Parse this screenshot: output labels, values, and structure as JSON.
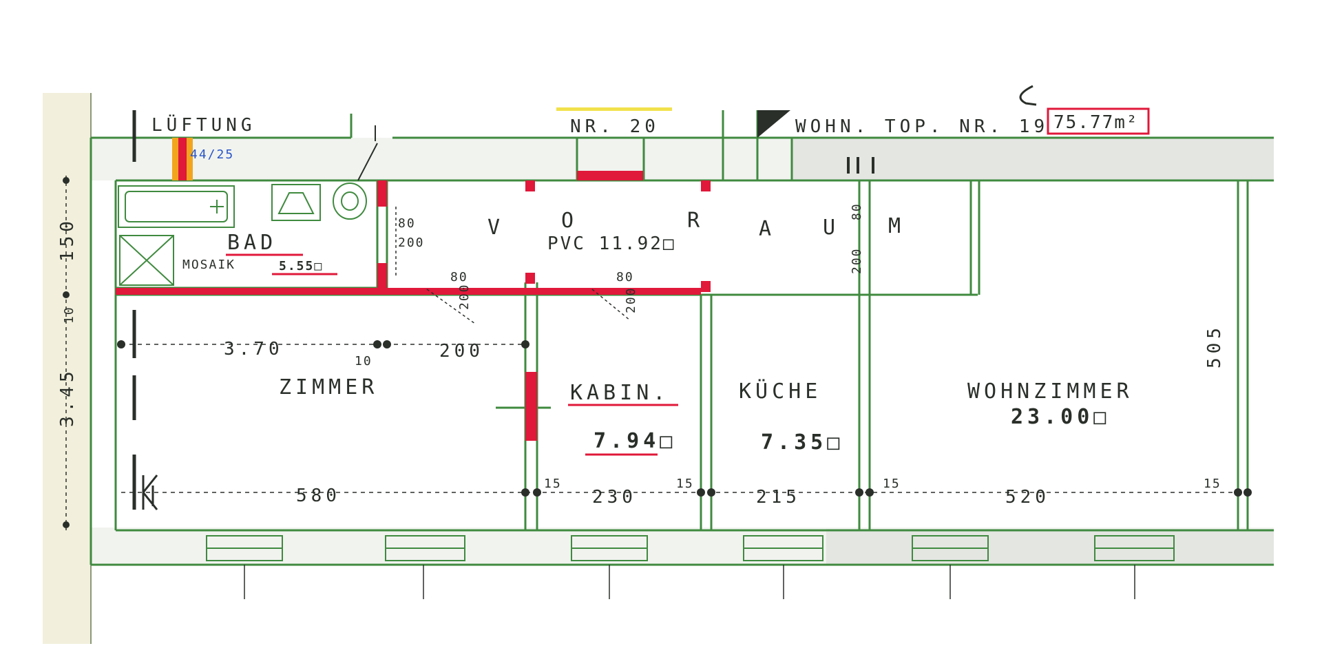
{
  "header": {
    "lueftung": "LÜFTUNG",
    "lueftung_note": "44/25",
    "neighbor": "NR. 20",
    "unit": "WOHN. TOP. NR. 19",
    "total_area": "75.77m²"
  },
  "rooms": {
    "bad": {
      "name": "BAD",
      "finish": "MOSAIK",
      "area": "5.55□"
    },
    "vorraum": {
      "letters": [
        "V",
        "O",
        "R",
        "A",
        "U",
        "M"
      ],
      "area": "PVC 11.92□"
    },
    "zimmer": {
      "name": "ZIMMER"
    },
    "kabin": {
      "name": "KABIN.",
      "area": "7.94□"
    },
    "kueche": {
      "name": "KÜCHE",
      "area": "7.35□"
    },
    "wohnzimmer": {
      "name": "WOHNZIMMER",
      "area": "23.00□"
    }
  },
  "dimensions": {
    "zimmer_width": "3.70",
    "zimmer_sep": "10",
    "door_200": "200",
    "zimmer_len": "580",
    "kabin_len": "230",
    "kueche_len": "215",
    "wohn_len": "520",
    "wall_15a": "15",
    "wall_15b": "15",
    "wall_15c": "15",
    "wall_15d": "15",
    "wohn_depth": "505",
    "left_345": "3.45",
    "left_10": "10",
    "left_150": "150",
    "door_bad_80": "80",
    "door_bad_200": "200",
    "door_z_80": "80",
    "door_z_200": "200",
    "door_k_80": "80",
    "door_k_200": "200",
    "door_v_80": "80",
    "door_v_200": "200"
  },
  "colors": {
    "wall": "#3f8a3f",
    "highlight": "#e0183a",
    "accent": "#f2a51c",
    "paper": "#f6f6f0",
    "ink": "#2a2f2a",
    "note": "#2a55c8"
  }
}
